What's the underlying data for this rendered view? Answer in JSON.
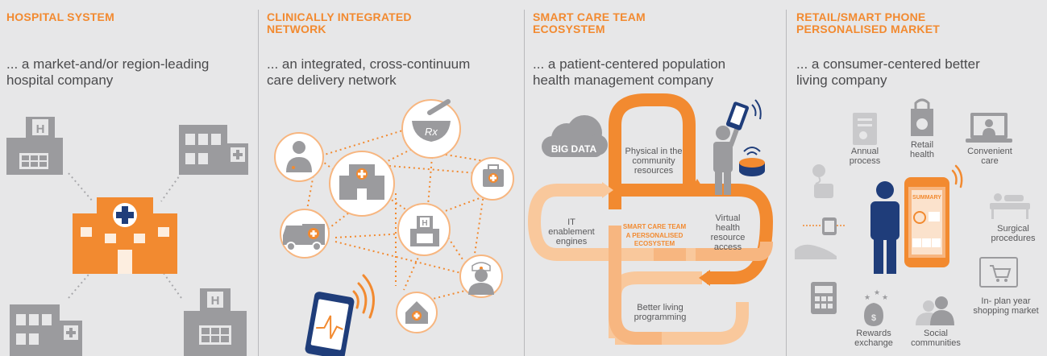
{
  "columns": [
    {
      "title": "HOSPITAL SYSTEM",
      "description": "... a market-and/or region-leading\nhospital company"
    },
    {
      "title": "CLINICALLY INTEGRATED\nNETWORK",
      "description": "... an integrated, cross-continuum\ncare delivery network"
    },
    {
      "title": "SMART CARE TEAM\nECOSYSTEM",
      "description": "... a patient-centered population\nhealth management company",
      "big_data": "BIG DATA",
      "loop_labels": {
        "top": "Physical in the\ncommunity\nresources",
        "left": "IT\nenablement\nengines",
        "right": "Virtual\nhealth\nresource\naccess",
        "bottom": "Better living\nprogramming",
        "center_line1": "SMART CARE TEAM",
        "center_line2": "A PERSONALISED\nECOSYSTEM"
      }
    },
    {
      "title": "RETAIL/SMART PHONE\nPERSONALISED MARKET",
      "description": "... a consumer-centered better\nliving company",
      "phone_screen": "SUMMARY",
      "items": {
        "annual": "Annual\nprocess",
        "retail": "Retail\nhealth",
        "convenient": "Convenient\ncare",
        "surgical": "Surgical\nprocedures",
        "shopping": "In- plan year\nshopping market",
        "social": "Social\ncommunities",
        "rewards": "Rewards\nexchange"
      }
    }
  ],
  "colors": {
    "accent": "#f28a30",
    "accent_light": "#f7b680",
    "accent_pale": "#f9c89c",
    "gray_icon": "#9b9b9e",
    "dark_blue": "#1f3d7a",
    "background": "#e7e7e8"
  },
  "icons": {
    "hospital": "hospital-building-icon",
    "clinic": "clinic-building-icon",
    "doctor": "doctor-icon",
    "pharmacy": "mortar-pestle-icon",
    "ambulance": "ambulance-icon",
    "nurse": "nurse-icon",
    "home_care": "home-care-icon",
    "tablet": "tablet-ecg-icon",
    "cloud": "cloud-icon",
    "person": "person-icon"
  }
}
